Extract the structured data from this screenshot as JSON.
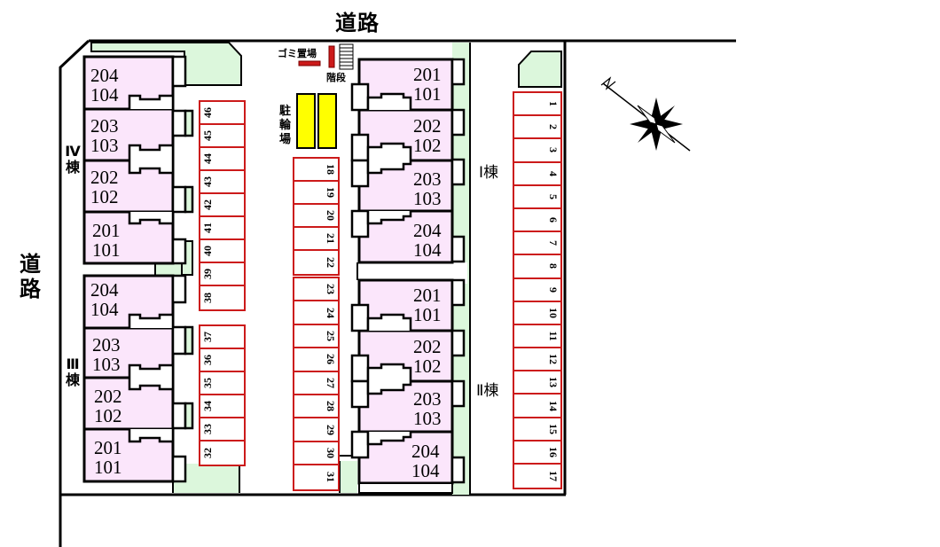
{
  "labels": {
    "road_top": "道路",
    "road_left": "道路",
    "garbage": "ゴミ置場",
    "stairs": "階段",
    "bicycle_parking": "駐輪場",
    "building_I": "Ⅰ棟",
    "building_II": "Ⅱ棟",
    "building_III_numeral": "Ⅲ",
    "building_III_kanji": "棟",
    "building_IV_numeral": "Ⅳ",
    "building_IV_kanji": "棟",
    "compass_north": "N"
  },
  "colors": {
    "unit_fill": "#fbe6fb",
    "green_space": "#dcf7dc",
    "parking_line": "#cc1a1a",
    "bike_rack": "#ffff00",
    "garbage_fill": "#cc1a1a",
    "outline": "#000000"
  },
  "buildings": {
    "IV": {
      "units": [
        {
          "upper": "204",
          "lower": "104"
        },
        {
          "upper": "203",
          "lower": "103"
        },
        {
          "upper": "202",
          "lower": "102"
        },
        {
          "upper": "201",
          "lower": "101"
        }
      ]
    },
    "III": {
      "units": [
        {
          "upper": "204",
          "lower": "104"
        },
        {
          "upper": "203",
          "lower": "103"
        },
        {
          "upper": "202",
          "lower": "102"
        },
        {
          "upper": "201",
          "lower": "101"
        }
      ]
    },
    "I": {
      "units": [
        {
          "upper": "201",
          "lower": "101"
        },
        {
          "upper": "202",
          "lower": "102"
        },
        {
          "upper": "203",
          "lower": "103"
        },
        {
          "upper": "204",
          "lower": "104"
        }
      ]
    },
    "II": {
      "units": [
        {
          "upper": "201",
          "lower": "101"
        },
        {
          "upper": "202",
          "lower": "102"
        },
        {
          "upper": "203",
          "lower": "103"
        },
        {
          "upper": "204",
          "lower": "104"
        }
      ]
    }
  },
  "parking": {
    "east_column": [
      "1",
      "2",
      "3",
      "4",
      "5",
      "6",
      "7",
      "8",
      "9",
      "10",
      "11",
      "12",
      "13",
      "14",
      "15",
      "16",
      "17"
    ],
    "center_upper": [
      "18",
      "19",
      "20",
      "21",
      "22"
    ],
    "center_lower": [
      "23",
      "24",
      "25",
      "26",
      "27",
      "28",
      "29",
      "30",
      "31"
    ],
    "west_lower": [
      "32",
      "33",
      "34",
      "35",
      "36",
      "37"
    ],
    "west_upper": [
      "38",
      "39",
      "40",
      "41",
      "42",
      "43",
      "44",
      "45",
      "46"
    ]
  }
}
